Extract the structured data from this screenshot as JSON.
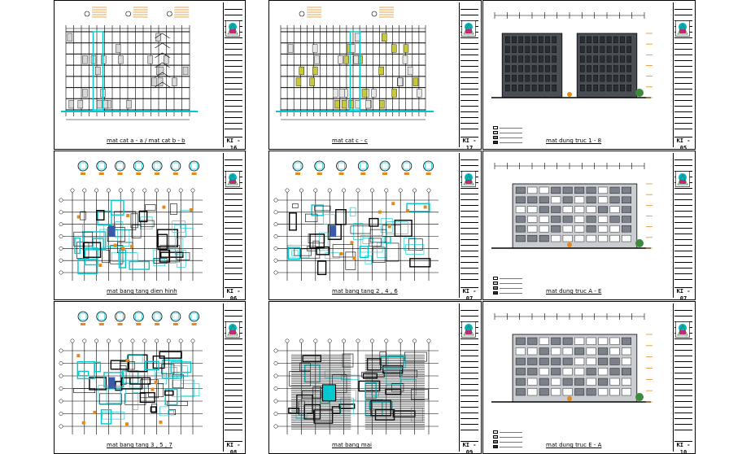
{
  "drawing_set": {
    "sheets": [
      {
        "id": "A",
        "kind": "section",
        "caption": "mat cat a - a / mat cat b - b",
        "sheet_code": "KI - 16"
      },
      {
        "id": "B",
        "kind": "section-wide",
        "caption": "mat cat c - c",
        "sheet_code": "KI - 17"
      },
      {
        "id": "C",
        "kind": "elevation-dark",
        "caption": "mat dung truc 1 - 8",
        "sheet_code": "KI - 05"
      },
      {
        "id": "D",
        "kind": "plan",
        "caption": "mat bang tang dien hinh",
        "sheet_code": "KI - 06"
      },
      {
        "id": "E",
        "kind": "plan",
        "caption": "mat bang tang 2 , 4 , 6",
        "sheet_code": "KI - 07"
      },
      {
        "id": "F",
        "kind": "elevation-light",
        "caption": "mat dung truc A - E",
        "sheet_code": "KI - 07"
      },
      {
        "id": "G",
        "kind": "plan",
        "caption": "mat bang tang 3 , 5 , 7",
        "sheet_code": "KI - 08"
      },
      {
        "id": "H",
        "kind": "roof-plan",
        "caption": "mat bang mai",
        "sheet_code": "KI - 09"
      },
      {
        "id": "I",
        "kind": "elevation-light",
        "caption": "mat dung truc E - A",
        "sheet_code": "KI - 10"
      }
    ]
  },
  "colors": {
    "sheet_border": "#000000",
    "cyan": "#00c8d0",
    "grid": "#000000",
    "facade_dark": "#4a4f56",
    "facade_light": "#c9ccd0",
    "orange": "#e58a1a",
    "olive": "#c8c840"
  }
}
